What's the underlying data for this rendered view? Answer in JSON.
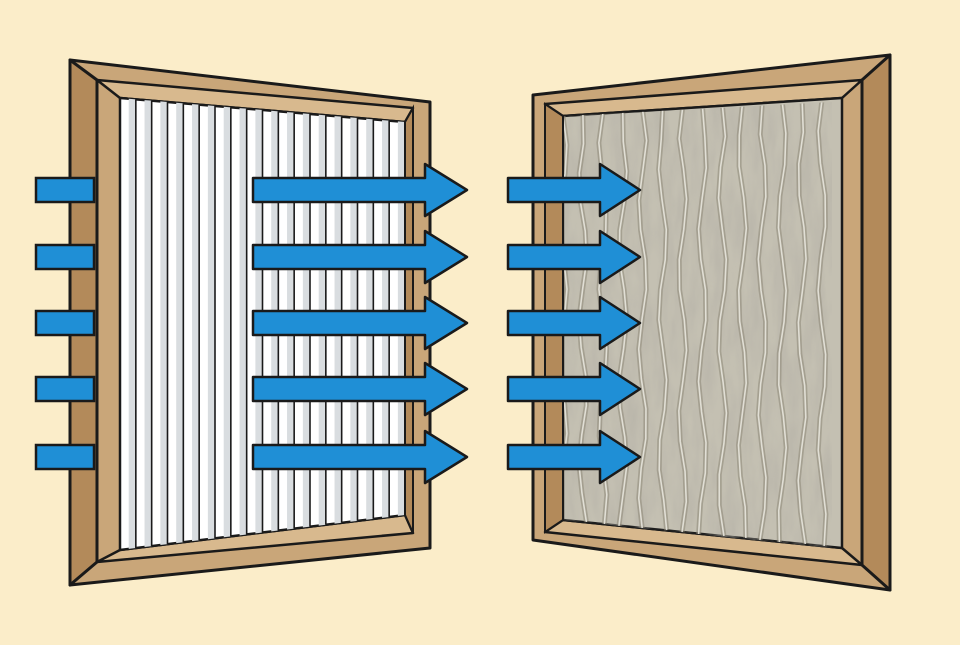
{
  "scene": {
    "background": "#fbedc9",
    "outline": "#1a1a1a"
  },
  "filters": [
    {
      "id": "clean-filter",
      "condition": "clean",
      "frame_color": "#c9a679",
      "frame_shade": "#b38a5a",
      "media_color": "#ffffff",
      "pleat_shadow": "#d9dde0",
      "arrows_in": 5,
      "arrows_out": 5
    },
    {
      "id": "dirty-filter",
      "condition": "dirty",
      "frame_color": "#c9a679",
      "frame_shade": "#b38a5a",
      "media_color": "#c4c0b2",
      "dust_color": "#8c8677",
      "arrows_in": 5
    }
  ],
  "airflow": {
    "arrow_color": "#1f8fd6",
    "direction": "left-to-right",
    "count_per_filter": 5
  }
}
